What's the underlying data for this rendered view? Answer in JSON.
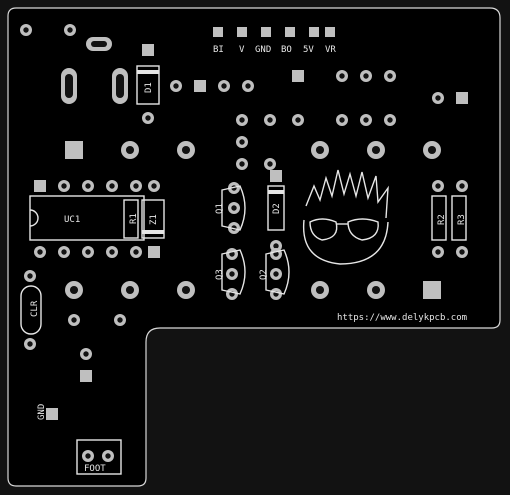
{
  "board": {
    "url": "https://www.delykpcb.com",
    "header_labels": [
      "BI",
      "V",
      "GND",
      "BO",
      "5V",
      "VR"
    ],
    "components": {
      "ic": "UC1",
      "r1": "R1",
      "z1": "Z1",
      "d1": "D1",
      "d2": "D2",
      "q1": "Q1",
      "q2": "Q2",
      "q3": "Q3",
      "r2": "R2",
      "r3": "R3",
      "clr": "CLR",
      "gnd": "GND",
      "foot": "FOOT"
    }
  },
  "colors": {
    "board": "#000000",
    "silk": "#e6e6e6",
    "pad": "#bfbfbf",
    "background": "#121212"
  }
}
